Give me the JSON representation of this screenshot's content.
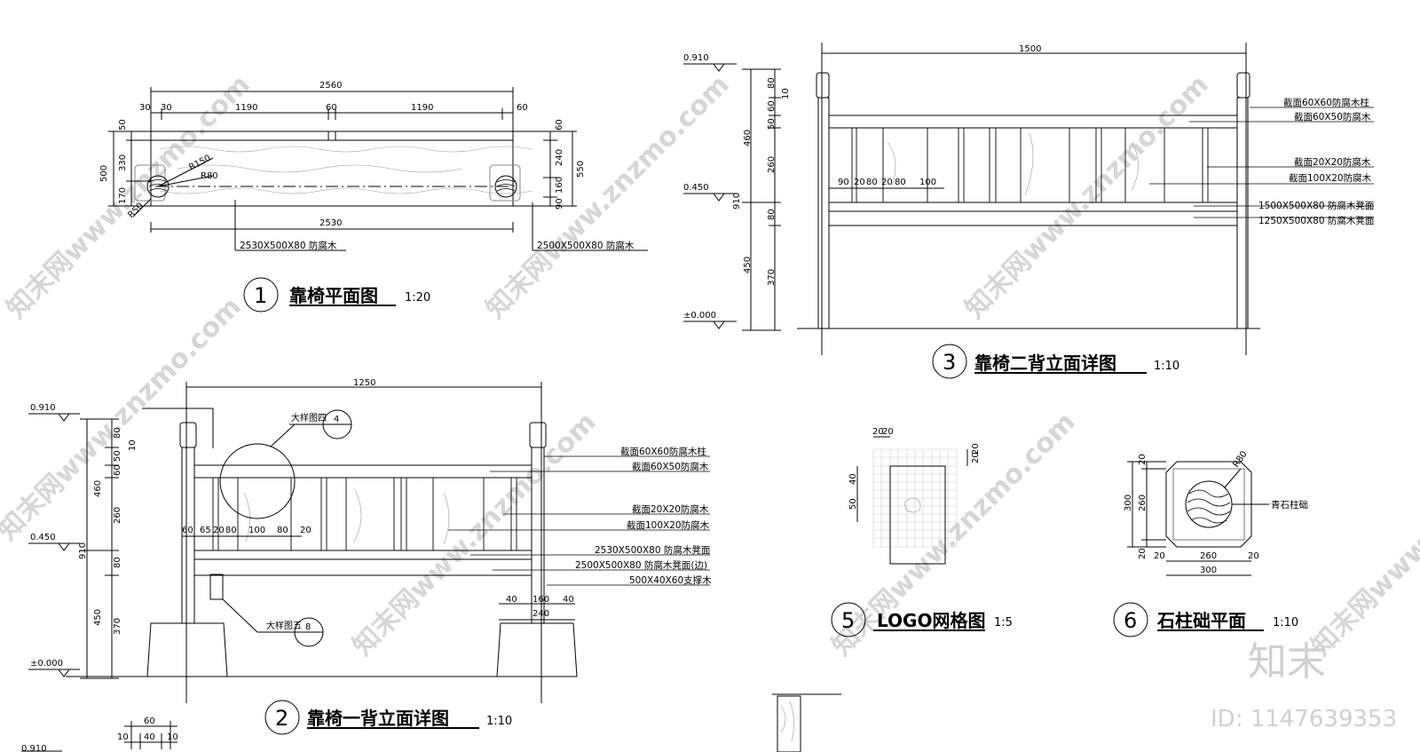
{
  "views": [
    {
      "id": "v1",
      "number": "1",
      "title": "靠椅平面图",
      "scale": "1:20"
    },
    {
      "id": "v2",
      "number": "2",
      "title": "靠椅一背立面详图",
      "scale": "1:10"
    },
    {
      "id": "v3",
      "number": "3",
      "title": "靠椅二背立面详图",
      "scale": "1:10"
    },
    {
      "id": "v5",
      "number": "5",
      "title": "LOGO网格图",
      "scale": "1:5"
    },
    {
      "id": "v6",
      "number": "6",
      "title": "石柱础平面",
      "scale": "1:10"
    }
  ],
  "plan": {
    "dims_top": [
      "2560",
      "30",
      "30",
      "1190",
      "60",
      "1190",
      "60"
    ],
    "dims_left": [
      "500",
      "50",
      "330",
      "170"
    ],
    "dims_right": [
      "60",
      "240",
      "550",
      "160",
      "90"
    ],
    "radii": [
      "R150",
      "R80",
      "R50"
    ],
    "dim_bottom": "2530",
    "notes": [
      "2530X500X80 防腐木",
      "2500X500X80 防腐木"
    ]
  },
  "elev1": {
    "width": "1250",
    "levels": [
      "0.910",
      "0.450",
      "±0.000"
    ],
    "dims_v": [
      "80",
      "50",
      "60",
      "10",
      "460",
      "260",
      "910",
      "80",
      "450",
      "370"
    ],
    "dims_h": [
      "60",
      "65",
      "20",
      "80",
      "100",
      "80",
      "20"
    ],
    "dims_base": [
      "40",
      "160",
      "40",
      "240"
    ],
    "callouts": [
      {
        "text": "大样图四",
        "num": "4"
      },
      {
        "text": "大样图五",
        "num": "8"
      }
    ],
    "notes": [
      "截面60X60防腐木柱",
      "截面60X50防腐木",
      "截面20X20防腐木",
      "截面100X20防腐木",
      "2530X500X80 防腐木凳面",
      "2500X500X80 防腐木凳面(边)",
      "500X40X60支撑木"
    ]
  },
  "elev2": {
    "width": "1500",
    "levels": [
      "0.910",
      "0.450",
      "±0.000"
    ],
    "dims_v": [
      "80",
      "10",
      "60",
      "50",
      "460",
      "260",
      "910",
      "80",
      "450",
      "370"
    ],
    "dims_h": [
      "90",
      "20",
      "80",
      "20",
      "80",
      "100"
    ],
    "notes": [
      "截面60X60防腐木柱",
      "截面60X50防腐木",
      "截面20X20防腐木",
      "截面100X20防腐木",
      "1500X500X80 防腐木凳面",
      "1250X500X80 防腐木凳面"
    ]
  },
  "logo": {
    "dims": [
      "20",
      "20",
      "20",
      "20",
      "40",
      "50"
    ]
  },
  "base": {
    "dims": [
      "20",
      "300",
      "260",
      "20",
      "20",
      "260",
      "20",
      "300"
    ],
    "radius": "R80",
    "note": "青石柱础"
  },
  "partial": {
    "dims": [
      "60",
      "10",
      "40",
      "10"
    ],
    "level": "0.910"
  },
  "watermark": {
    "text": "知末网www.znzmo.com",
    "logo": "知末",
    "id": "ID: 1147639353"
  }
}
